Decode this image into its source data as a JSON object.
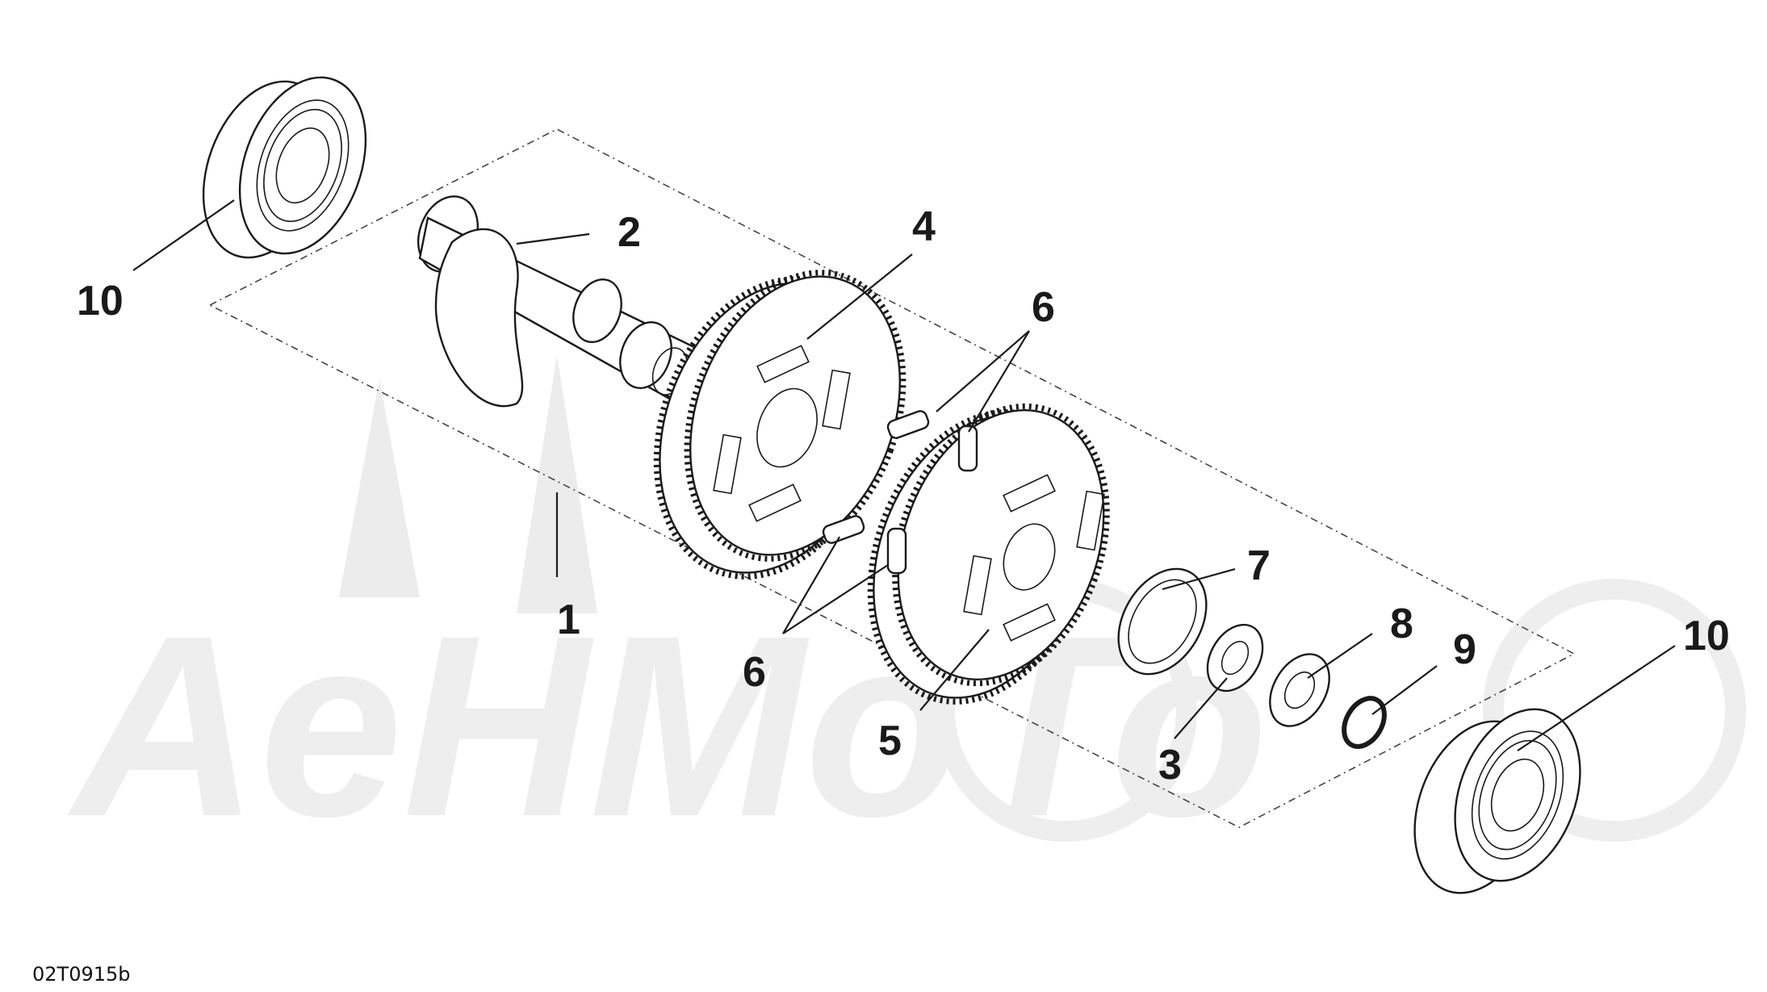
{
  "watermark_text": "AeHMoTo",
  "drawing_code": "02T0915b",
  "callouts": {
    "c1": "1",
    "c2": "2",
    "c3": "3",
    "c4": "4",
    "c5": "5",
    "c6a": "6",
    "c6b": "6",
    "c7": "7",
    "c8": "8",
    "c9": "9",
    "c10a": "10",
    "c10b": "10"
  }
}
